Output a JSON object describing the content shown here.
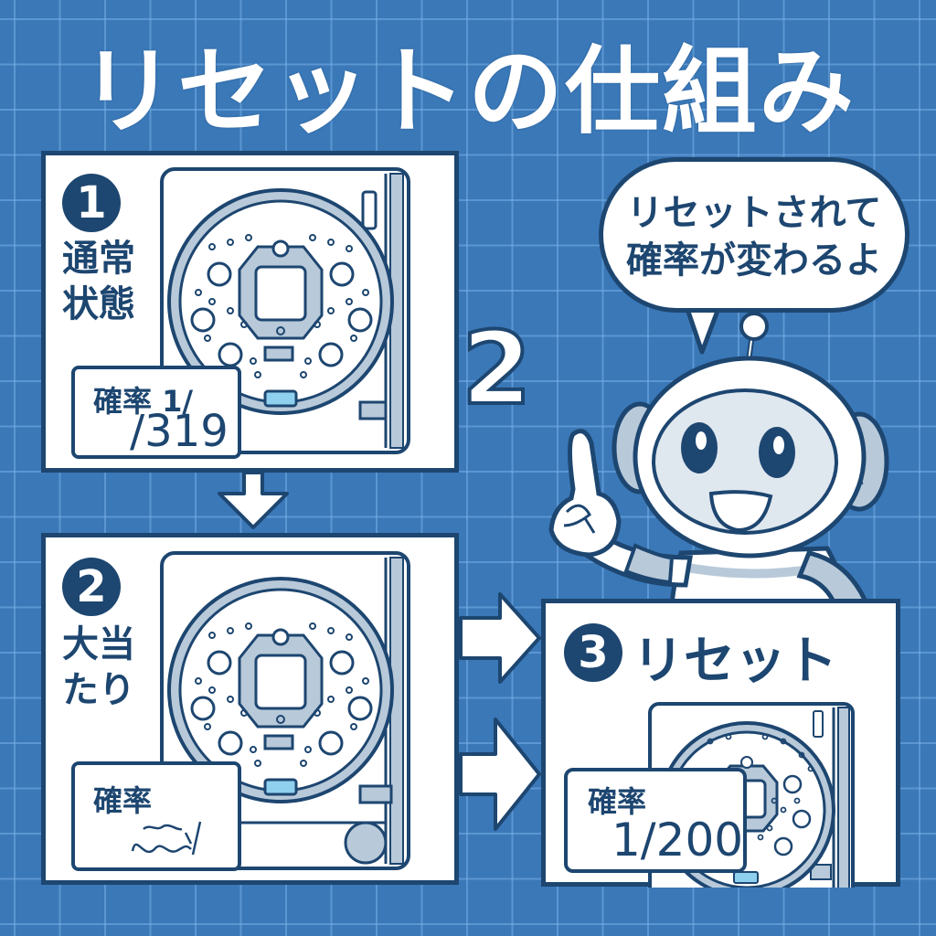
{
  "header": {
    "title": "リセットの仕組み"
  },
  "colors": {
    "background": "#3a78b8",
    "grid": "#78afe6",
    "ink": "#1d4670",
    "panel": "#ffffff",
    "metal": "#b8c9d9"
  },
  "steps": [
    {
      "number": "1",
      "label_line1": "通常",
      "label_line2": "状態",
      "prob_label": "確率 1/",
      "prob_value": "/319"
    },
    {
      "number": "2",
      "label_line1": "大当",
      "label_line2": "たり",
      "prob_label": "確率",
      "prob_value": "~~~"
    },
    {
      "number": "3",
      "label": "リセット",
      "prob_label": "確率",
      "prob_value": "1/200"
    }
  ],
  "floating_number": "2",
  "robot": {
    "speech_line1": "リセットされて",
    "speech_line2": "確率が変わるよ"
  },
  "arrows": [
    "arrow-down",
    "arrow-right",
    "arrow-right"
  ]
}
